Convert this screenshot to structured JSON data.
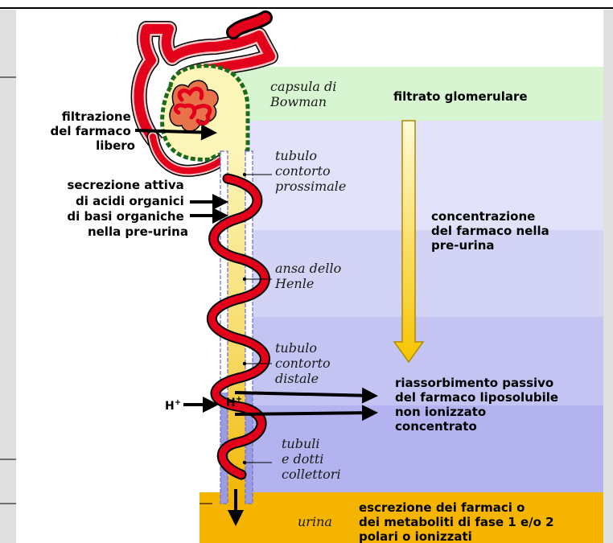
{
  "labels": {
    "bowman": [
      "capsula di",
      "Bowman"
    ],
    "filtrate": "filtrato glomerulare",
    "filtration": [
      "filtrazione",
      "del farmaco",
      "libero"
    ],
    "secretion": [
      "secrezione attiva",
      "di acidi organici",
      "di basi organiche",
      "nella pre-urina"
    ],
    "proximal": [
      "tubulo",
      "contorto",
      "prossimale"
    ],
    "concentration": [
      "concentrazione",
      "del farmaco nella",
      "pre-urina"
    ],
    "henle": [
      "ansa dello",
      "Henle"
    ],
    "distal": [
      "tubulo",
      "contorto",
      "distale"
    ],
    "reabsorption": [
      "riassorbimento passivo",
      "del farmaco liposolubile",
      "non ionizzato",
      "concentrato"
    ],
    "proton_base": "H",
    "proton_charge": "+",
    "collecting": [
      "tubuli",
      "e dotti",
      "collettori"
    ],
    "urine": "urina",
    "excretion": [
      "escrezione dei farmaci o",
      "dei metaboliti di fase 1 e/o 2",
      "polari o ionizzati"
    ]
  },
  "colors": {
    "filtrate_band": "#d6f5d0",
    "zone_proximal": "#e2e2fa",
    "zone_henle": "#d3d3f6",
    "zone_distal": "#c4c4f3",
    "zone_collecting": "#b3b3ef",
    "urine_band": "#f5b400",
    "vessel": "#e2001a",
    "epithelium": "#1a6a1a",
    "lumen": "#fbf5b8",
    "cells": "#7a7ad8"
  }
}
